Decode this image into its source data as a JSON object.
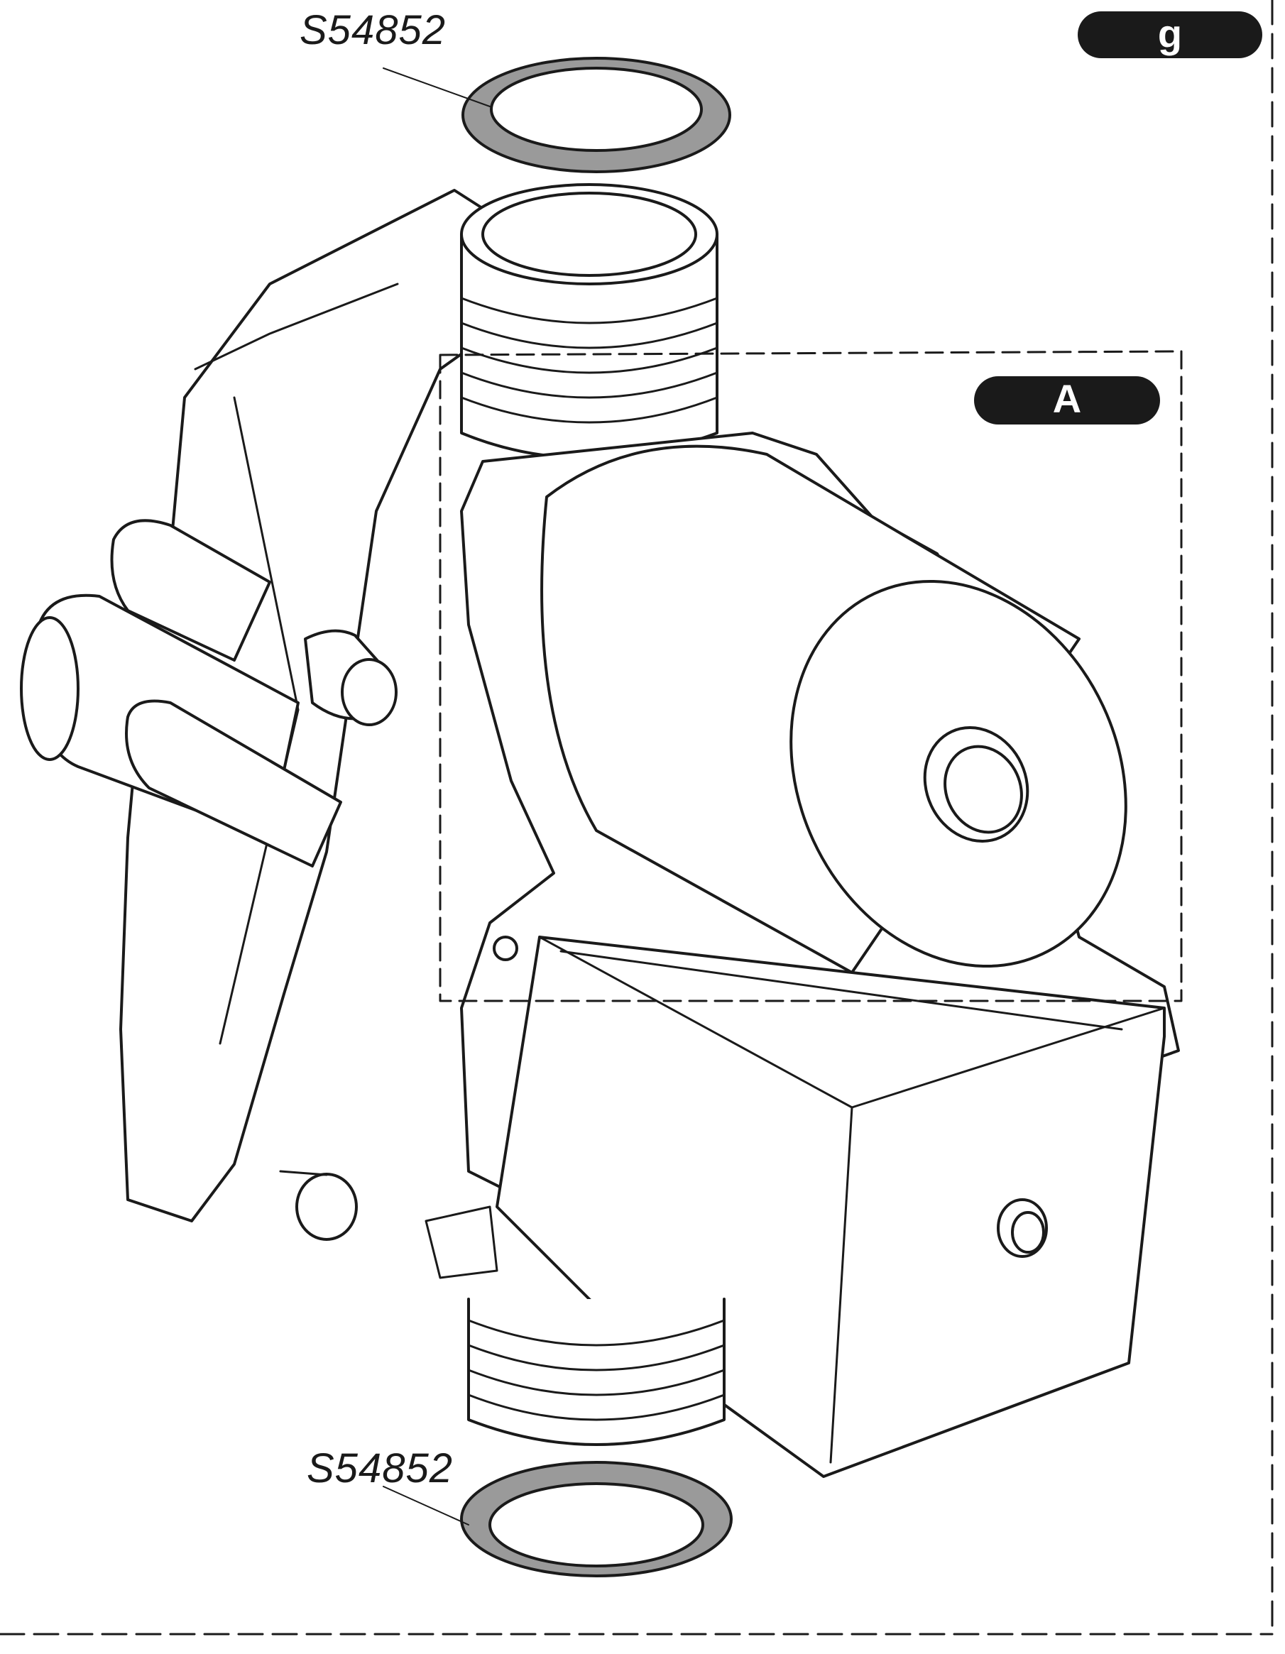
{
  "figure": {
    "badge_page": "g",
    "badge_detail": "A",
    "part_top": "S54852",
    "part_bottom": "S54852"
  },
  "colors": {
    "line": "#1a1a1a",
    "badge_fill": "#1a1a1a",
    "badge_text": "#ffffff",
    "seal_fill": "#9a9a9a"
  }
}
